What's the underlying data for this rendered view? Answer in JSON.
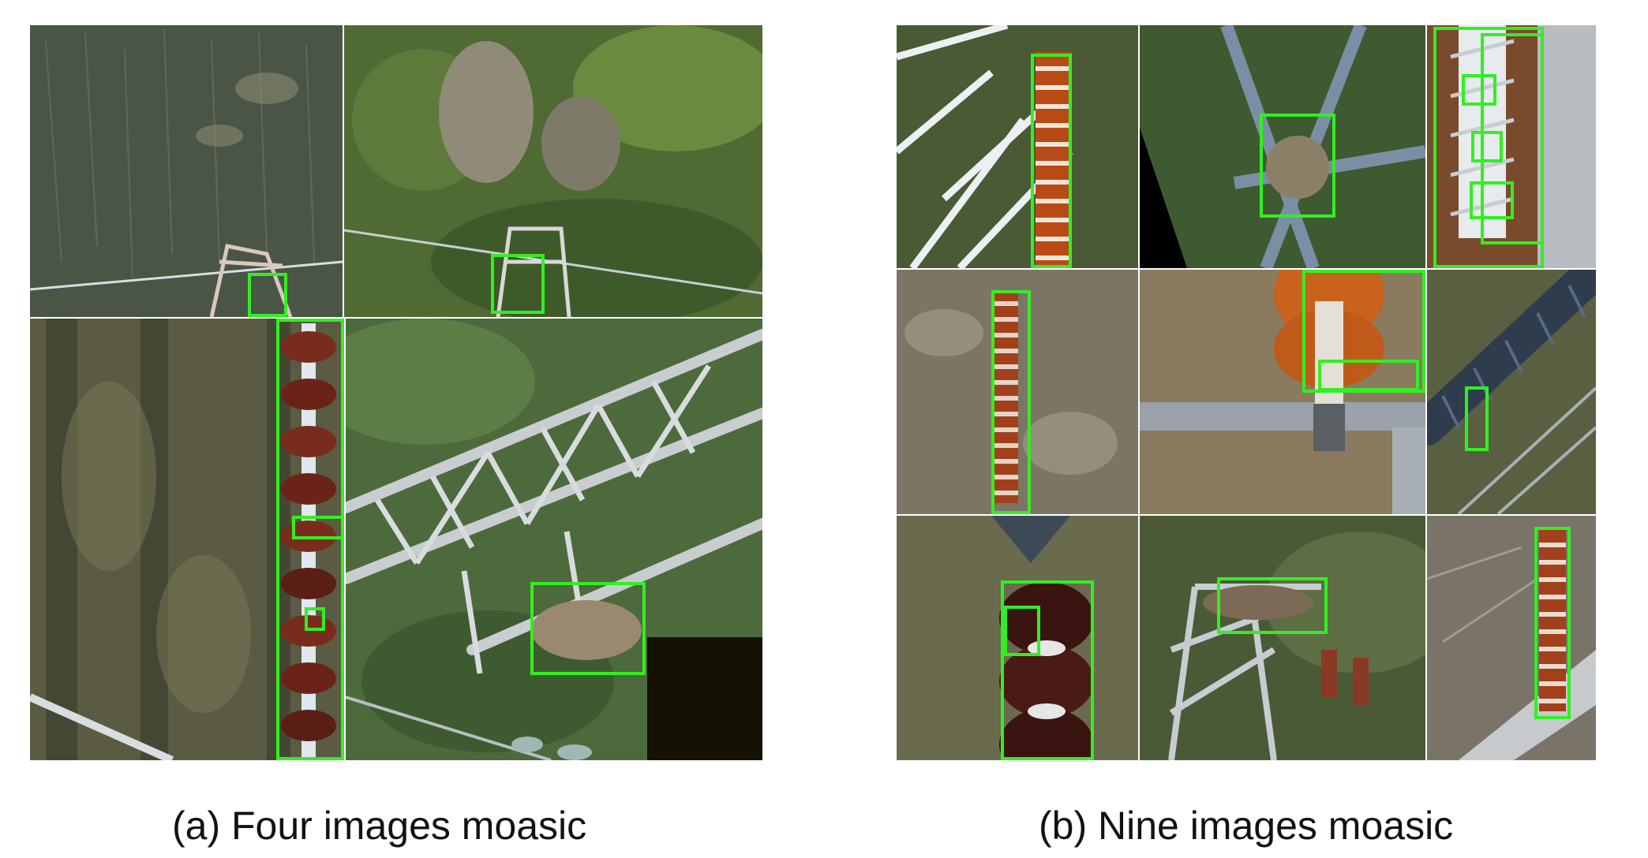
{
  "figure": {
    "panel_a": {
      "caption": "(a)  Four images moasic",
      "tiles": [
        "grass-tower-top-view",
        "shrub-slope-tower",
        "forest-insulator-string",
        "steel-tower-nest"
      ]
    },
    "panel_b": {
      "caption": "(b)  Nine images moasic",
      "tiles": [
        "white-tower-insulator",
        "blue-steel-nest",
        "white-insulator-closeup",
        "ground-insulator-string",
        "orange-insulator-clamp",
        "blue-polymer-insulator",
        "dark-insulator-pole",
        "grey-tower-nest",
        "small-insulator-string"
      ]
    },
    "colors": {
      "bbox": "#33ee22",
      "background": "#ffffff"
    }
  }
}
